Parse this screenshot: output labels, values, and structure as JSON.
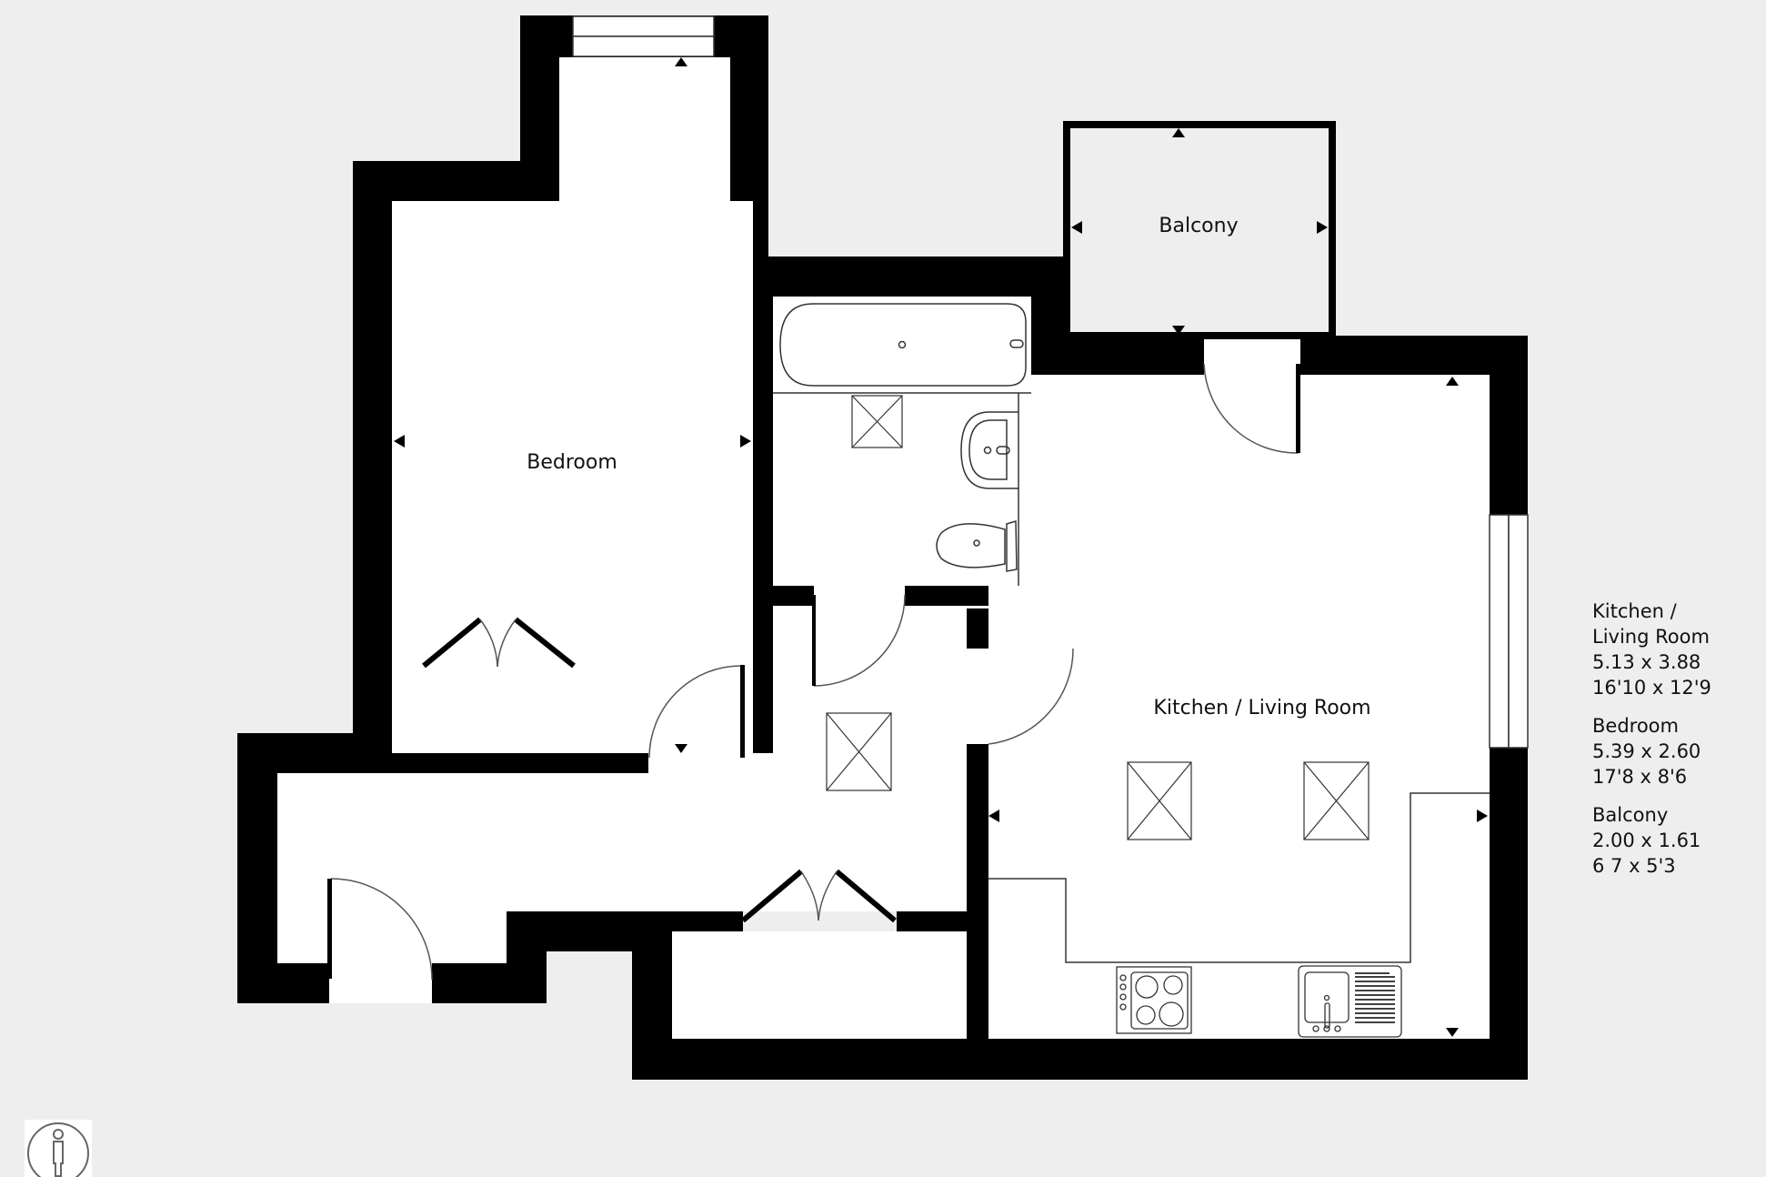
{
  "colors": {
    "background": "#eeeeee",
    "wall": "#000000",
    "floor": "#ffffff",
    "balcony_floor": "#eeeeee",
    "line": "#333333"
  },
  "rooms": {
    "bedroom": {
      "label": "Bedroom"
    },
    "balcony": {
      "label": "Balcony"
    },
    "kitchen_living": {
      "label": "Kitchen / Living Room"
    }
  },
  "legend": {
    "entries": [
      {
        "name_lines": [
          "Kitchen /",
          "Living Room"
        ],
        "metric": "5.13 x 3.88",
        "imperial": "16'10 x 12'9"
      },
      {
        "name_lines": [
          "Bedroom"
        ],
        "metric": "5.39 x 2.60",
        "imperial": "17'8 x 8'6"
      },
      {
        "name_lines": [
          "Balcony"
        ],
        "metric": "2.00 x 1.61",
        "imperial": "6 7 x 5'3"
      }
    ]
  },
  "icons": {
    "scale_figure": "person-in-circle-icon"
  }
}
